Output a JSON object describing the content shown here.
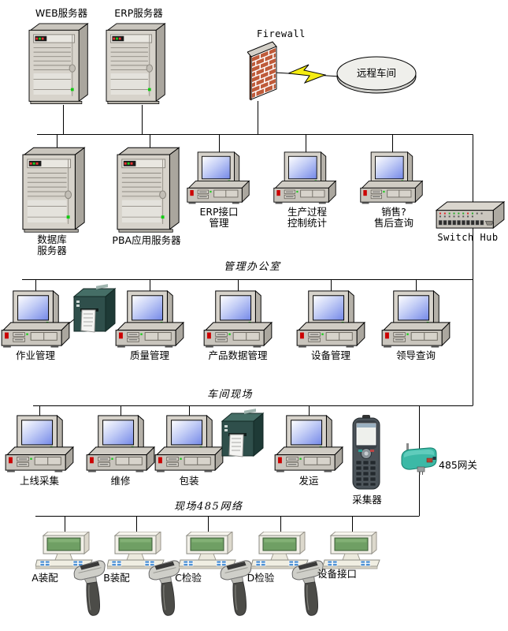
{
  "nodes": {
    "web_server": {
      "label": "WEB服务器"
    },
    "erp_server": {
      "label": "ERP服务器"
    },
    "firewall": {
      "label": "Firewall"
    },
    "remote_workshop": {
      "label": "远程车间"
    },
    "db_server": {
      "label": "数据库\n服务器"
    },
    "pba_server": {
      "label": "PBA应用服务器"
    },
    "erp_interface": {
      "label": "ERP接口\n管理"
    },
    "production_stats": {
      "label": "生产过程\n控制统计"
    },
    "sales_query": {
      "label": "销售?\n售后查询"
    },
    "switch_hub": {
      "label": "Switch Hub"
    },
    "job_mgmt": {
      "label": "作业管理"
    },
    "quality_mgmt": {
      "label": "质量管理"
    },
    "product_data_mgmt": {
      "label": "产品数据管理"
    },
    "equipment_mgmt": {
      "label": "设备管理"
    },
    "leader_query": {
      "label": "领导查询"
    },
    "online_collect": {
      "label": "上线采集"
    },
    "repair": {
      "label": "维修"
    },
    "packaging": {
      "label": "包装"
    },
    "shipping": {
      "label": "发运"
    },
    "collector": {
      "label": "采集器"
    },
    "gateway_485": {
      "label": "485网关"
    },
    "station_a": {
      "label": "A装配"
    },
    "station_b": {
      "label": "B装配"
    },
    "station_c": {
      "label": "C检验"
    },
    "station_d": {
      "label": "D检验"
    },
    "device_interface": {
      "label": "设备接口"
    }
  },
  "zones": {
    "management_office": "管理办公室",
    "workshop_floor": "车间现场",
    "field_485_network": "现场485网络"
  },
  "colors": {
    "line": "#000000",
    "chassis_gray": "#d7d3cb",
    "screen_blue": "#7488e8",
    "brick_red": "#bf5b3a",
    "lightning_yellow": "#f5ec12",
    "lcd_green": "#6f9f64",
    "gateway_teal": "#3cb9a6",
    "printer_teal": "#2f4f4b",
    "led_green": "#22cc22",
    "led_red": "#ee3333"
  }
}
